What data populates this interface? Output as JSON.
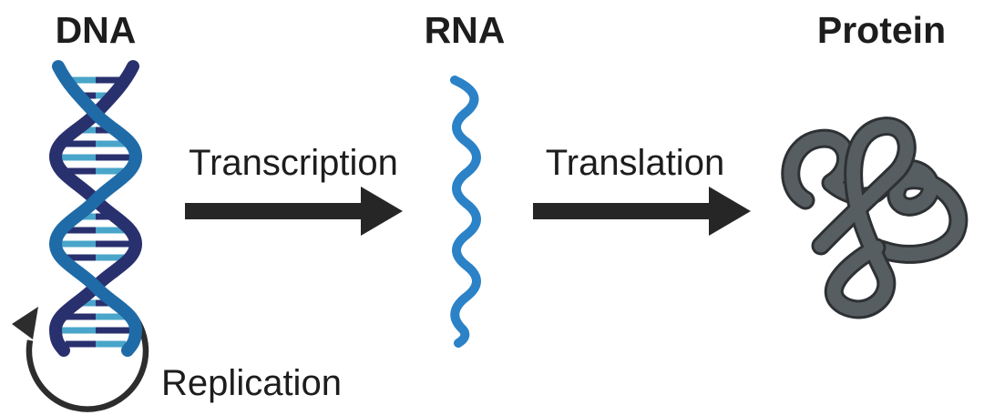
{
  "diagram": {
    "title_visible": false,
    "nodes": [
      {
        "id": "dna",
        "label": "DNA",
        "illustration": "dna-double-helix"
      },
      {
        "id": "rna",
        "label": "RNA",
        "illustration": "rna-single-strand"
      },
      {
        "id": "protein",
        "label": "Protein",
        "illustration": "protein-folded-tangle"
      }
    ],
    "edges": [
      {
        "from": "dna",
        "to": "rna",
        "label": "Transcription",
        "type": "straight-right-arrow"
      },
      {
        "from": "rna",
        "to": "protein",
        "label": "Translation",
        "type": "straight-right-arrow"
      },
      {
        "from": "dna",
        "to": "dna",
        "label": "Replication",
        "type": "circular-self-arrow"
      }
    ]
  },
  "colors": {
    "background": "#ffffff",
    "text": "#1d1d1d",
    "arrow": "#262626",
    "replication_arrow": "#2d2d2d",
    "dna_strand_navy": "#29306e",
    "dna_strand_blue": "#1f6ba7",
    "dna_rung_cyan": "#49a5c9",
    "dna_rung_navy": "#29306e",
    "rna_strand": "#2b82c7",
    "protein_body": "#575e62",
    "protein_outline": "#2d3134"
  }
}
